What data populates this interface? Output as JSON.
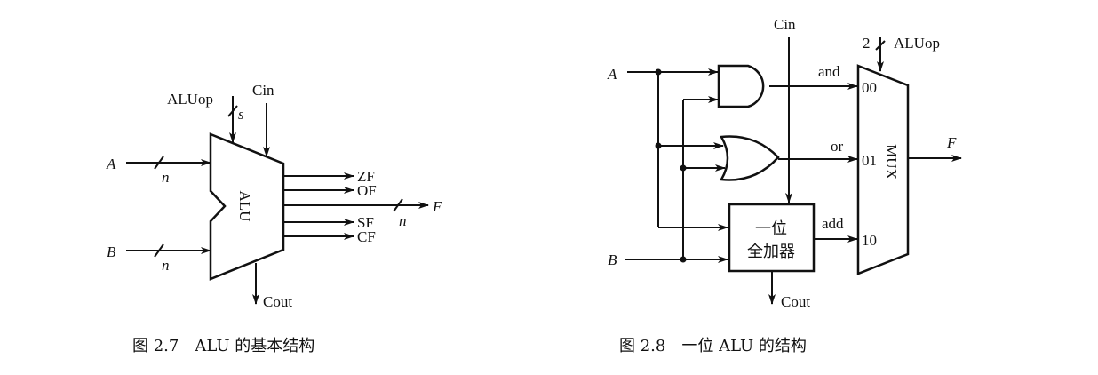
{
  "figure1": {
    "caption": "图 2.7　ALU 的基本结构",
    "block_label": "ALU",
    "inputs": {
      "a": "A",
      "b": "B",
      "aluop": "ALUop",
      "cin": "Cin"
    },
    "bus_widths": {
      "a": "n",
      "b": "n",
      "aluop": "s",
      "f": "n"
    },
    "outputs": {
      "zf": "ZF",
      "of": "OF",
      "f": "F",
      "sf": "SF",
      "cf": "CF",
      "cout": "Cout"
    }
  },
  "figure2": {
    "caption": "图 2.8　一位 ALU 的结构",
    "inputs": {
      "a": "A",
      "b": "B",
      "cin": "Cin",
      "aluop": "ALUop",
      "aluop_width": "2"
    },
    "adder_label_line1": "一位",
    "adder_label_line2": "全加器",
    "signals": {
      "and": "and",
      "or": "or",
      "add": "add"
    },
    "mux_label": "MUX",
    "mux_inputs": [
      "00",
      "01",
      "10"
    ],
    "output": "F",
    "cout": "Cout"
  }
}
